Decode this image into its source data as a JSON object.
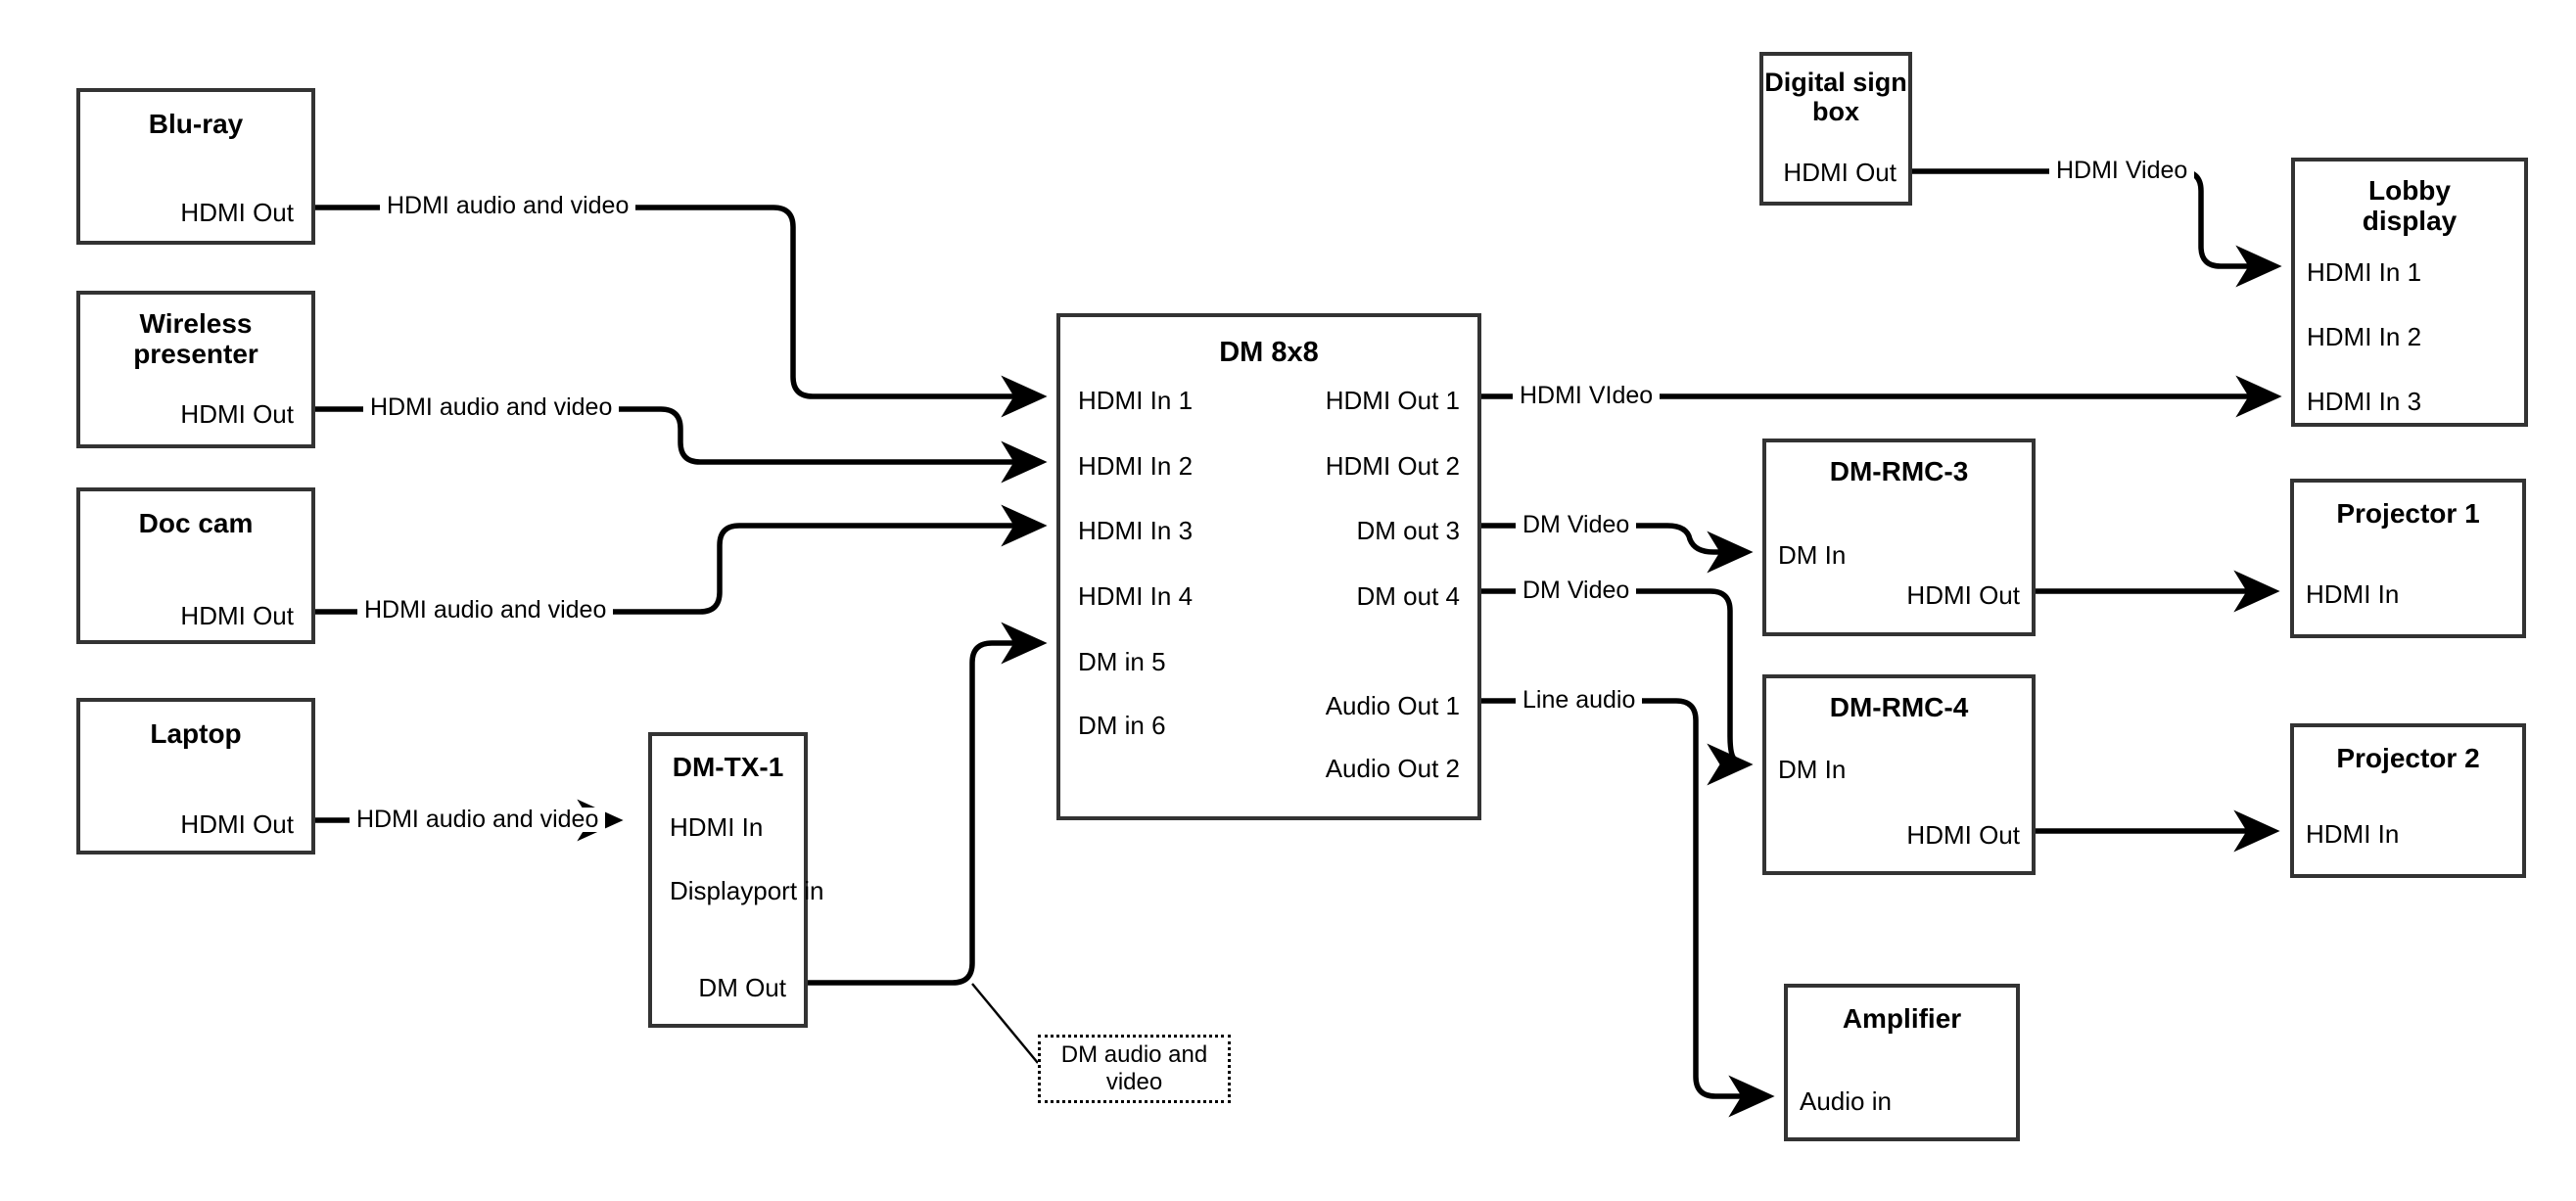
{
  "diagram": {
    "title": "AV signal routing diagram",
    "stroke_color": "#333333",
    "line_color": "#000000",
    "background": "#ffffff"
  },
  "nodes": {
    "bluray": {
      "title": "Blu-ray",
      "ports": [
        {
          "label": "HDMI Out"
        }
      ]
    },
    "wireless": {
      "title": "Wireless\npresenter",
      "ports": [
        {
          "label": "HDMI Out"
        }
      ]
    },
    "doccam": {
      "title": "Doc cam",
      "ports": [
        {
          "label": "HDMI Out"
        }
      ]
    },
    "laptop": {
      "title": "Laptop",
      "ports": [
        {
          "label": "HDMI Out"
        }
      ]
    },
    "dmtx1": {
      "title": "DM-TX-1",
      "ports": [
        {
          "label": "HDMI In"
        },
        {
          "label": "Displayport in"
        },
        {
          "label": "DM Out"
        }
      ]
    },
    "dm8x8": {
      "title": "DM 8x8",
      "inputs": [
        "HDMI In 1",
        "HDMI In 2",
        "HDMI In 3",
        "HDMI In 4",
        "DM in 5",
        "DM in 6"
      ],
      "outputs": [
        "HDMI Out 1",
        "HDMI Out 2",
        "DM out 3",
        "DM out 4",
        "Audio Out 1",
        "Audio Out 2"
      ]
    },
    "signbox": {
      "title": "Digital sign\nbox",
      "ports": [
        {
          "label": "HDMI Out"
        }
      ]
    },
    "lobby": {
      "title": "Lobby\ndisplay",
      "ports": [
        {
          "label": "HDMI In 1"
        },
        {
          "label": "HDMI In 2"
        },
        {
          "label": "HDMI In 3"
        }
      ]
    },
    "rmc3": {
      "title": "DM-RMC-3",
      "ports": [
        {
          "label": "DM In"
        },
        {
          "label": "HDMI Out"
        }
      ]
    },
    "rmc4": {
      "title": "DM-RMC-4",
      "ports": [
        {
          "label": "DM In"
        },
        {
          "label": "HDMI Out"
        }
      ]
    },
    "projector1": {
      "title": "Projector 1",
      "ports": [
        {
          "label": "HDMI In"
        }
      ]
    },
    "projector2": {
      "title": "Projector 2",
      "ports": [
        {
          "label": "HDMI In"
        }
      ]
    },
    "amplifier": {
      "title": "Amplifier",
      "ports": [
        {
          "label": "Audio in"
        }
      ]
    }
  },
  "edge_labels": {
    "bluray_to_dm": "HDMI audio and video",
    "wireless_to_dm": "HDMI audio and video",
    "doccam_to_dm": "HDMI audio and video",
    "laptop_to_tx": "HDMI audio and video",
    "signbox_to_lobby": "HDMI Video",
    "dmout1_to_lobby": "HDMI VIdeo",
    "dmout3_to_rmc3": "DM Video",
    "dmout4_to_rmc4": "DM Video",
    "audioout1_to_amp": "Line audio"
  },
  "callouts": {
    "dm_av": "DM audio and video"
  }
}
